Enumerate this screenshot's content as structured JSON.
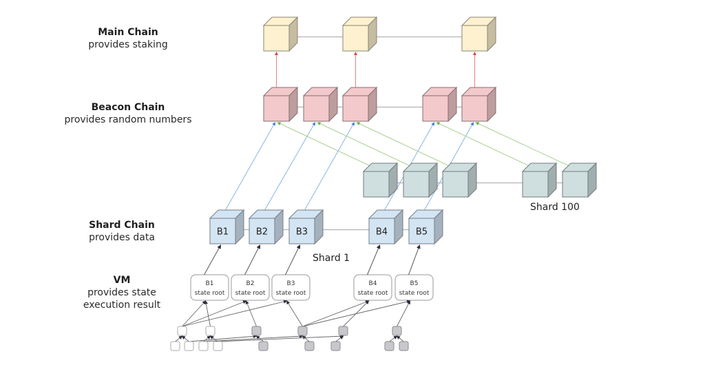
{
  "layers": [
    {
      "id": "main",
      "title": "Main Chain",
      "subtitle": [
        "provides staking"
      ]
    },
    {
      "id": "beacon",
      "title": "Beacon Chain",
      "subtitle": [
        "provides random numbers"
      ]
    },
    {
      "id": "shard",
      "title": "Shard Chain",
      "subtitle": [
        "provides data"
      ]
    },
    {
      "id": "vm",
      "title": "VM",
      "subtitle": [
        "provides state",
        "execution result"
      ]
    }
  ],
  "shard_names": {
    "shard1": "Shard 1",
    "shard100": "Shard 100"
  },
  "shard1_blocks": [
    "B1",
    "B2",
    "B3",
    "B4",
    "B5"
  ],
  "vm_boxes": [
    {
      "block": "B1",
      "label": "state root"
    },
    {
      "block": "B2",
      "label": "state root"
    },
    {
      "block": "B3",
      "label": "state root"
    },
    {
      "block": "B4",
      "label": "state root"
    },
    {
      "block": "B5",
      "label": "state root"
    }
  ],
  "colors": {
    "main": "#fdf1cf",
    "beacon": "#f3c9cb",
    "shard100": "#cfdfe0",
    "shard1": "#d3e4f3",
    "vm_tx_filled": "#c8c8cc",
    "vm_tx_empty": "#ffffff",
    "link_red": "#e88080",
    "link_blue": "#8ab4e0",
    "link_green": "#a9d08e",
    "chain_link": "#bdbdbd"
  },
  "chart_data": {
    "type": "diagram",
    "title": "",
    "chains": {
      "main": {
        "block_count": 3
      },
      "beacon": {
        "block_count": 5
      },
      "shard100": {
        "block_count": 5,
        "name": "Shard 100"
      },
      "shard1": {
        "block_count": 5,
        "name": "Shard 1",
        "blocks": [
          "B1",
          "B2",
          "B3",
          "B4",
          "B5"
        ]
      }
    },
    "edges": [
      {
        "from": "beacon[0]",
        "to": "main[0]",
        "kind": "red"
      },
      {
        "from": "beacon[2]",
        "to": "main[1]",
        "kind": "red"
      },
      {
        "from": "beacon[4]",
        "to": "main[2]",
        "kind": "red"
      },
      {
        "from": "shard1[0]",
        "to": "beacon[0]",
        "kind": "blue"
      },
      {
        "from": "shard1[1]",
        "to": "beacon[1]",
        "kind": "blue"
      },
      {
        "from": "shard1[2]",
        "to": "beacon[2]",
        "kind": "blue"
      },
      {
        "from": "shard1[3]",
        "to": "beacon[3]",
        "kind": "blue"
      },
      {
        "from": "shard1[4]",
        "to": "beacon[4]",
        "kind": "blue"
      },
      {
        "from": "shard100[0]",
        "to": "beacon[0]",
        "kind": "green"
      },
      {
        "from": "shard100[1]",
        "to": "beacon[1]",
        "kind": "green"
      },
      {
        "from": "shard100[2]",
        "to": "beacon[2]",
        "kind": "green"
      },
      {
        "from": "shard100[3]",
        "to": "beacon[3]",
        "kind": "green"
      },
      {
        "from": "shard100[4]",
        "to": "beacon[4]",
        "kind": "green"
      }
    ]
  }
}
